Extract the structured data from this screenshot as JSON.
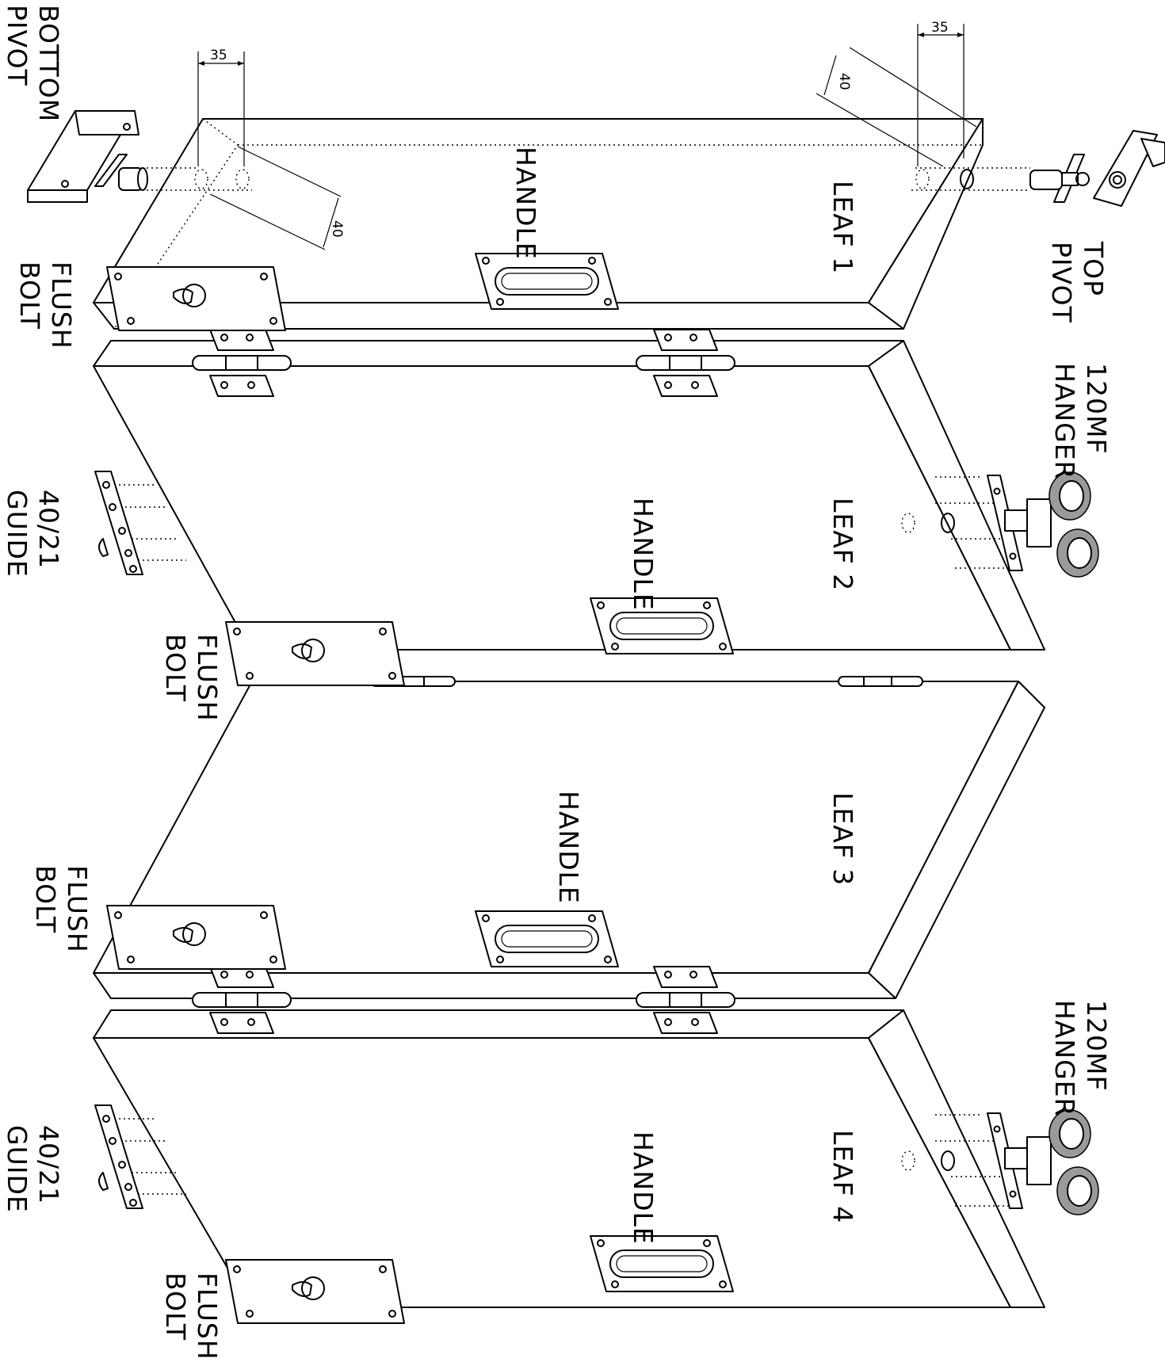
{
  "labels": {
    "bottom_pivot": [
      "BOTTOM",
      "PIVOT"
    ],
    "top_pivot": [
      "TOP",
      "PIVOT"
    ],
    "leaf_1": "LEAF 1",
    "leaf_2": "LEAF 2",
    "leaf_3": "LEAF 3",
    "leaf_4": "LEAF 4",
    "handle": "HANDLE",
    "flush_bolt": [
      "FLUSH",
      "BOLT"
    ],
    "hanger": [
      "120MF",
      "HANGER"
    ],
    "guide": [
      "40/21",
      "GUIDE"
    ]
  },
  "dimensions": {
    "bottom_offset_x": "35",
    "bottom_offset_y": "40",
    "top_offset_x": "35",
    "top_offset_y": "40"
  }
}
